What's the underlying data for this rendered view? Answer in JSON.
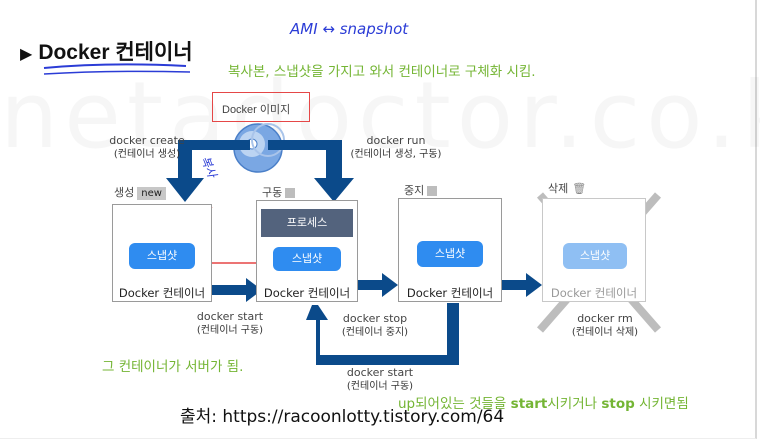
{
  "title": {
    "bullet": "▶",
    "text": "Docker 컨테이너"
  },
  "handwriting": {
    "ami_note": "AMI ↔ snapshot",
    "copy_note": "복사"
  },
  "notes": {
    "top": "복사본, 스냅샷을 가지고 와서 컨테이너로 구체화 시킴.",
    "left": "그 컨테이너가 서버가 됨.",
    "bottom_pre": "up되어있는 것들을 ",
    "bottom_start": "start",
    "bottom_mid": "시키거나 ",
    "bottom_stop": "stop",
    "bottom_post": " 시키면됨"
  },
  "image": {
    "label": "Docker 이미지"
  },
  "commands": {
    "create": {
      "cmd": "docker create",
      "desc": "(컨테이너 생성)"
    },
    "run": {
      "cmd": "docker run",
      "desc": "(컨테이너 생성, 구동)"
    },
    "start": {
      "cmd": "docker start",
      "desc": "(컨테이너 구동)"
    },
    "stop": {
      "cmd": "docker stop",
      "desc": "(컨테이너 중지)"
    },
    "start2": {
      "cmd": "docker start",
      "desc": "(컨테이너 구동)"
    },
    "rm": {
      "cmd": "docker rm",
      "desc": "(컨테이너 삭제)"
    }
  },
  "states": {
    "created": {
      "label": "생성",
      "badge": "new"
    },
    "running": {
      "label": "구동"
    },
    "stopped": {
      "label": "중지"
    },
    "deleted": {
      "label": "삭제",
      "icon": "trash-icon"
    }
  },
  "containers": {
    "created": {
      "snapshot": "스냅샷",
      "label": "Docker 컨테이너"
    },
    "running": {
      "process": "프로세스",
      "snapshot": "스냅샷",
      "label": "Docker 컨테이너"
    },
    "stopped": {
      "snapshot": "스냅샷",
      "label": "Docker 컨테이너"
    },
    "deleted": {
      "snapshot": "스냅샷",
      "label": "Docker 컨테이너"
    }
  },
  "source": "출처: https://racoonlotty.tistory.com/64",
  "watermark": "netadoctor.co.kr",
  "colors": {
    "arrow": "#0b4a8a",
    "snapshot": "#2f8cf0",
    "process": "#53637d",
    "annotation": "#74b534",
    "pen": "#2b3cd6",
    "mark_red": "#e02020",
    "delete_x": "#bdbdbd"
  }
}
